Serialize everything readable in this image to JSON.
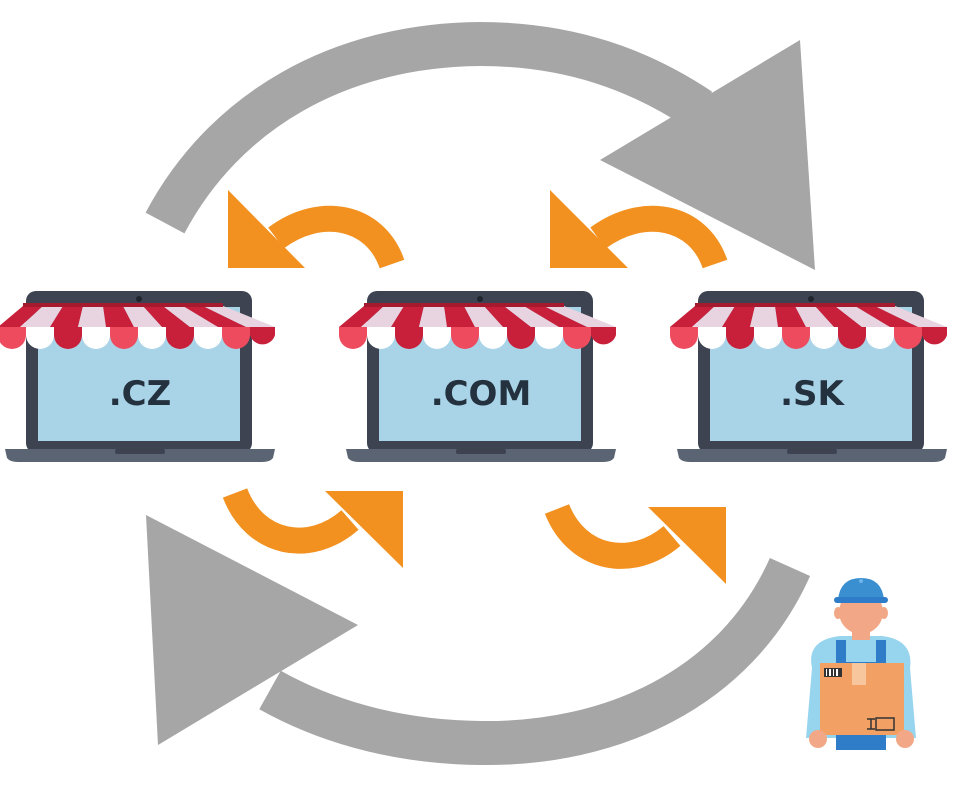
{
  "diagram": {
    "stores": [
      {
        "label": ".CZ"
      },
      {
        "label": ".COM"
      },
      {
        "label": ".SK"
      }
    ],
    "colors": {
      "big_cycle_arrows": "#a6a6a6",
      "small_arrows": "#f29120",
      "screen": "#a9d4e8",
      "laptop_frame": "#3d4350",
      "laptop_base": "#5b6473",
      "awning_red": "#c8203a",
      "awning_red_light": "#ee4b5e",
      "awning_pink": "#e8d3e0",
      "courier_cap": "#3a8fd1",
      "courier_box": "#f2a064",
      "courier_skin": "#f2a886",
      "courier_shirt": "#97d4ee"
    },
    "icons": [
      "cycle-arrows-icon",
      "storefront-icon",
      "courier-icon",
      "box-icon"
    ]
  }
}
